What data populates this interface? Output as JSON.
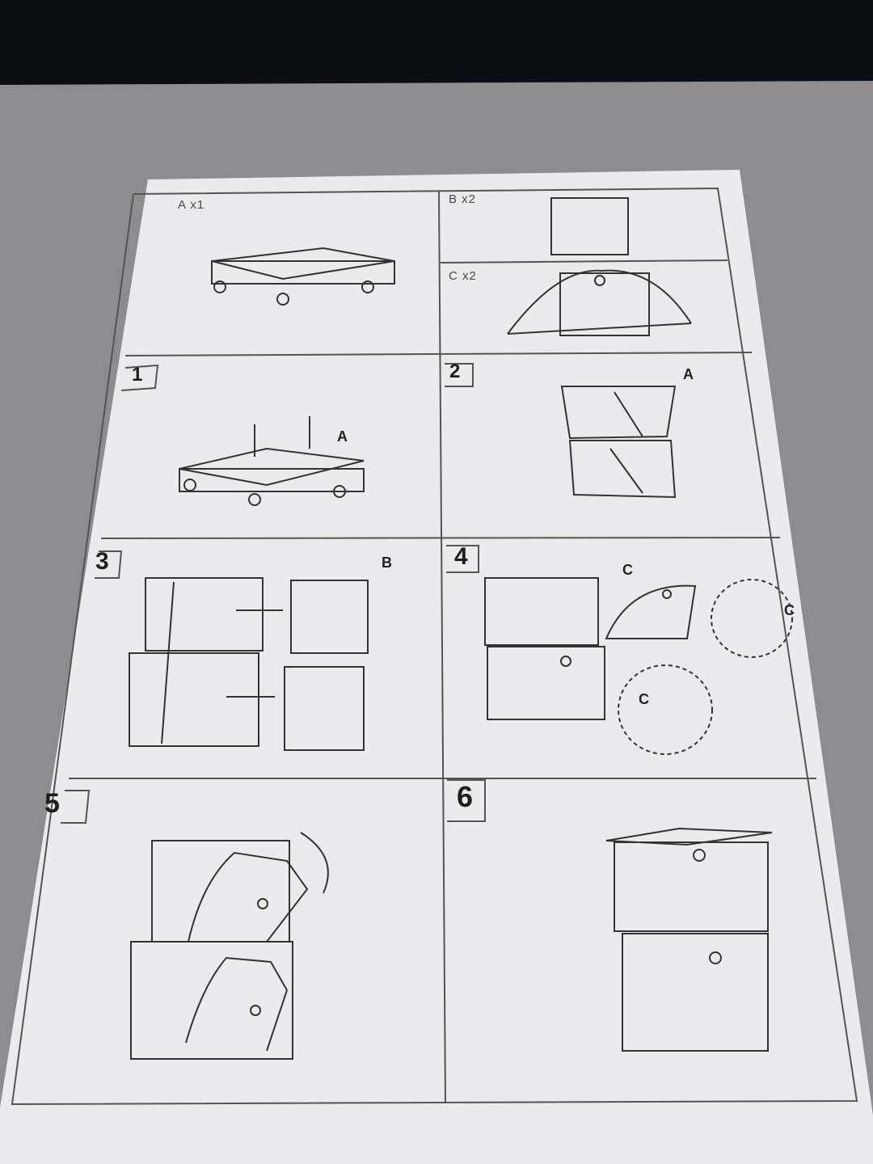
{
  "parts": [
    {
      "label": "A x1"
    },
    {
      "label": "B x2"
    },
    {
      "label": "C x2"
    }
  ],
  "steps": [
    "1",
    "2",
    "3",
    "4",
    "5",
    "6"
  ],
  "callouts": {
    "s1": "A",
    "s2": "A",
    "s3": "B",
    "s4a": "C",
    "s4b": "C",
    "s4c": "C"
  },
  "colors": {
    "background": "#0c0e16",
    "fabric": "#8d8d8f",
    "paper": "#ebebed",
    "ink": "#333333"
  }
}
